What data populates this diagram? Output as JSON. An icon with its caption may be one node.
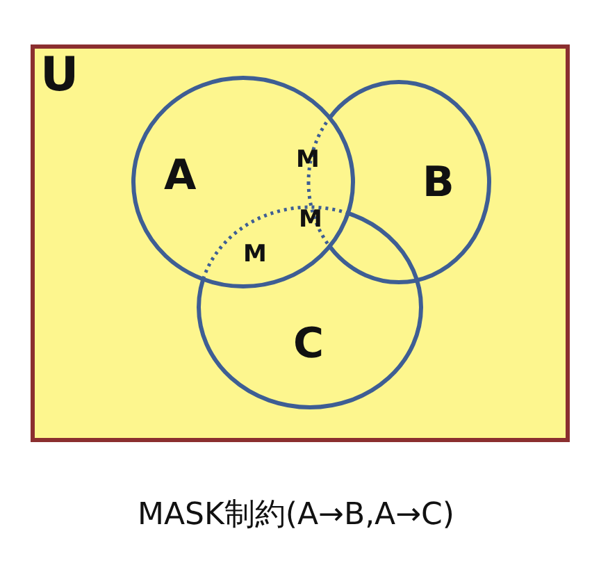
{
  "diagram": {
    "caption": "MASK制約(A→B,A→C)",
    "nodes": [
      {
        "text": [
          "U"
        ]
      },
      {
        "text": [
          "A"
        ],
        "in": 0
      },
      {
        "text": [
          "B"
        ],
        "in": 0
      },
      {
        "text": [
          "C"
        ],
        "in": 0
      }
    ],
    "edges": [],
    "labels": [
      "M",
      "M",
      "M"
    ]
  }
}
